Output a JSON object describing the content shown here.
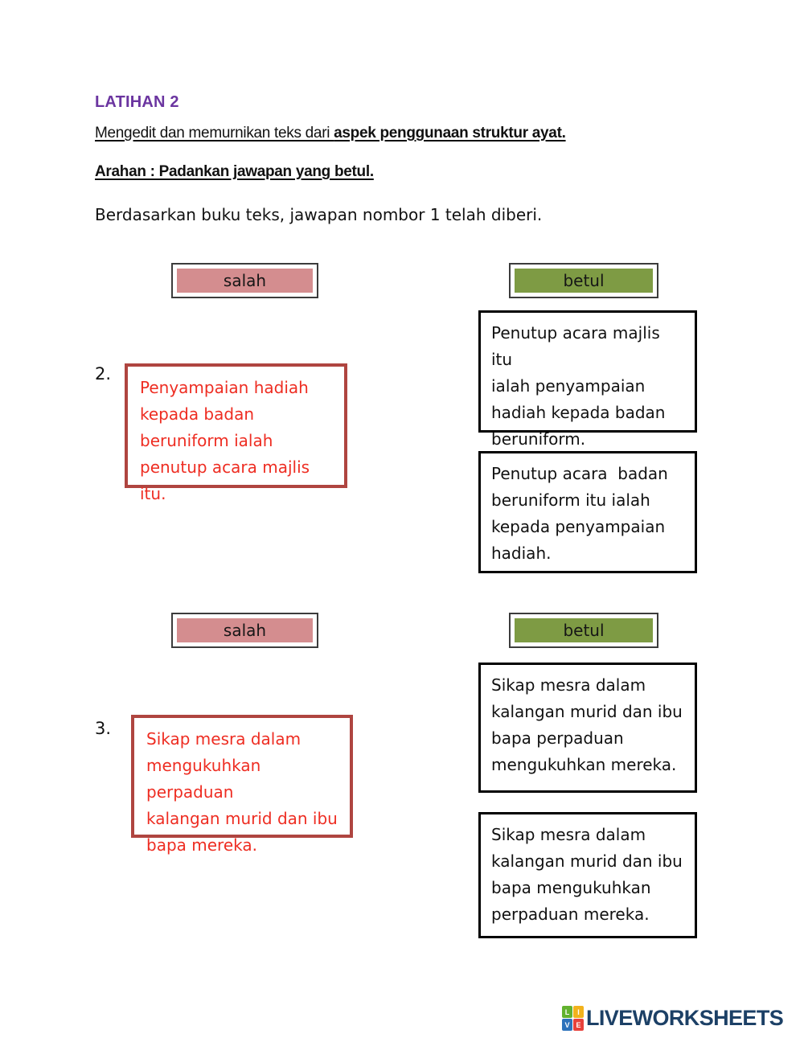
{
  "header": {
    "title": "LATIHAN 2",
    "subtitle_regular": "Mengedit dan memurnikan teks dari ",
    "subtitle_bold": "aspek penggunaan struktur ayat.",
    "instruction": "Arahan : Padankan jawapan yang betul.",
    "note": "Berdasarkan buku teks, jawapan nombor 1 telah diberi."
  },
  "labels": {
    "salah": "salah",
    "betul": "betul"
  },
  "colors": {
    "title_purple": "#6B35A0",
    "salah_pink": "#D48D8F",
    "betul_green": "#7E9B44",
    "wrong_box_border": "#AF4540",
    "wrong_text_red": "#EE2D22",
    "answer_box_border": "#000000",
    "logo_navy": "#1C4066",
    "logo_green": "#62B22F",
    "logo_yellow": "#F2B21B",
    "logo_blue": "#2D72BB",
    "logo_red": "#E7413B"
  },
  "items": [
    {
      "number": "2.",
      "wrong_text": "Penyampaian hadiah\nkepada badan\nberuniform ialah\npenutup acara majlis itu.",
      "options": [
        "Penutup acara majlis itu\nialah penyampaian\nhadiah kepada badan\nberuniform.",
        "Penutup acara  badan\nberuniform itu ialah\nkepada penyampaian\nhadiah."
      ]
    },
    {
      "number": "3.",
      "wrong_text": "Sikap mesra dalam\nmengukuhkan perpaduan\nkalangan murid dan ibu\nbapa mereka.",
      "options": [
        "Sikap mesra dalam\nkalangan murid dan ibu\nbapa perpaduan\nmengukuhkan mereka.",
        "Sikap mesra dalam\nkalangan murid dan ibu\nbapa mengukuhkan\nperpaduan mereka."
      ]
    }
  ],
  "footer": {
    "logo_squares": [
      {
        "ch": "L"
      },
      {
        "ch": "I"
      },
      {
        "ch": "V"
      },
      {
        "ch": "E"
      }
    ],
    "logo_text": "LIVEWORKSHEETS"
  }
}
